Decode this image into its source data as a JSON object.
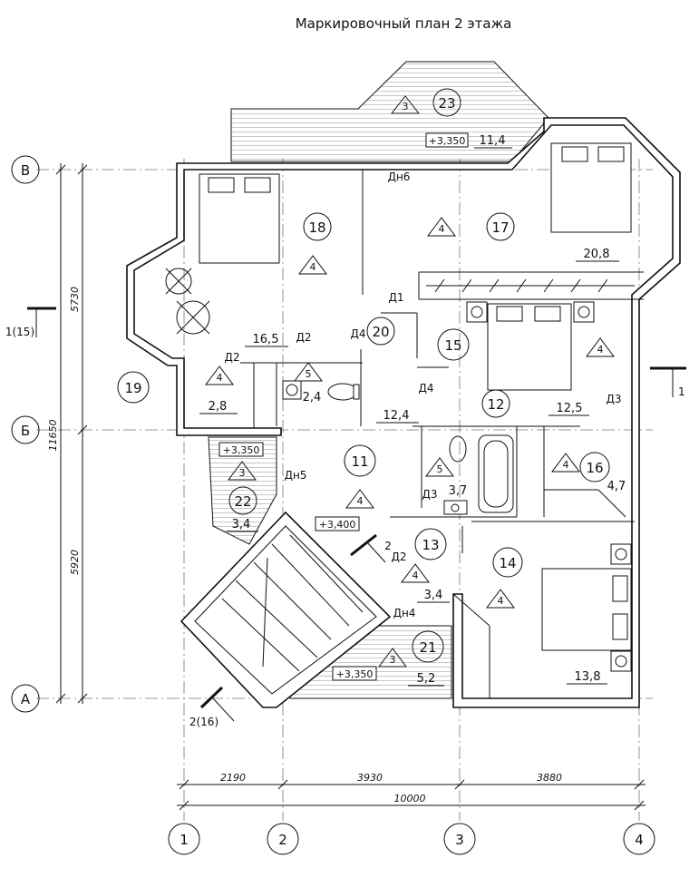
{
  "title": "Маркировочный план 2 этажа",
  "axes": {
    "rows": [
      "В",
      "Б",
      "А"
    ],
    "cols": [
      "1",
      "2",
      "3",
      "4"
    ]
  },
  "dimensions": {
    "bottom": [
      "2190",
      "3930",
      "3880"
    ],
    "bottom_total": "10000",
    "left": [
      "5730",
      "5920"
    ],
    "left_total": "11650"
  },
  "sections": {
    "s1_left": "1(15)",
    "s1_right": "1",
    "s2_top": "2",
    "s2_bottom": "2(16)"
  },
  "rooms": [
    {
      "no": "23",
      "area": "11,4",
      "type": "3",
      "level": "+3,350"
    },
    {
      "no": "18",
      "area": "16,5",
      "type": "4"
    },
    {
      "no": "17",
      "area": "20,8",
      "type": "4"
    },
    {
      "no": "19",
      "area": "2,8",
      "type": "4"
    },
    {
      "no": "20",
      "area": "2,4",
      "type": "5"
    },
    {
      "no": "15",
      "area": "12,4",
      "type": ""
    },
    {
      "no": "12",
      "area": "12,5",
      "type": "4"
    },
    {
      "no": "11",
      "area": "",
      "type": "4",
      "level": "+3,400"
    },
    {
      "no": "22",
      "area": "3,4",
      "type": "3",
      "level": "+3,350"
    },
    {
      "no": "16",
      "area": "4,7",
      "type": "4"
    },
    {
      "no": "13",
      "area": "3,7",
      "type": "5"
    },
    {
      "no": "14",
      "area": "13,8",
      "type": "4"
    },
    {
      "no": "21",
      "area": "5,2",
      "type": "3",
      "level": "+3,350"
    },
    {
      "no": "",
      "area": "3,4",
      "type": "4"
    }
  ],
  "doors": [
    "Дн6",
    "Д1",
    "Д2",
    "Д2",
    "Д4",
    "Д4",
    "Д3",
    "Д3",
    "Дн5",
    "Д2",
    "Дн4"
  ]
}
